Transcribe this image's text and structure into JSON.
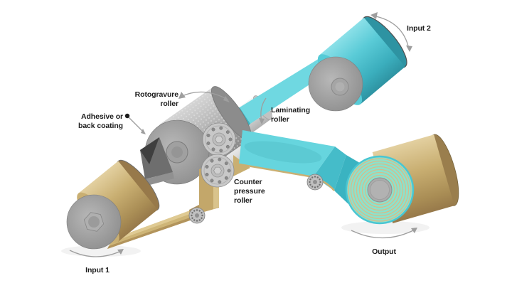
{
  "labels": {
    "input1": "Input 1",
    "input2": "Input 2",
    "output": "Output",
    "rotogravure": {
      "line1": "Rotogravure",
      "line2": "roller"
    },
    "adhesive": {
      "line1": "Adhesive or",
      "line2": "back coating"
    },
    "laminating": {
      "line1": "Laminating",
      "line2": "roller"
    },
    "counter_pressure": {
      "line1": "Counter",
      "line2": "pressure",
      "line3": "roller"
    }
  },
  "colors": {
    "background": "#ffffff",
    "text": "#1c1c1c",
    "arrow": "#9e9e9e",
    "web_input2": "#5fd2dc",
    "web_input2_dark": "#39b1c0",
    "web_input1": "#c9af72",
    "web_input1_light": "#dcc68f",
    "web_input1_dark": "#ab8f55",
    "roller_body_gray": "#a9a9a9",
    "roller_face_gray": "#8f8f8f",
    "laminating_roller_white": "#dedede",
    "output_roll_face": "#8ce2cc",
    "output_roll_ring": "#d6bb8a",
    "output_roll_rim": "#49c5d2"
  }
}
